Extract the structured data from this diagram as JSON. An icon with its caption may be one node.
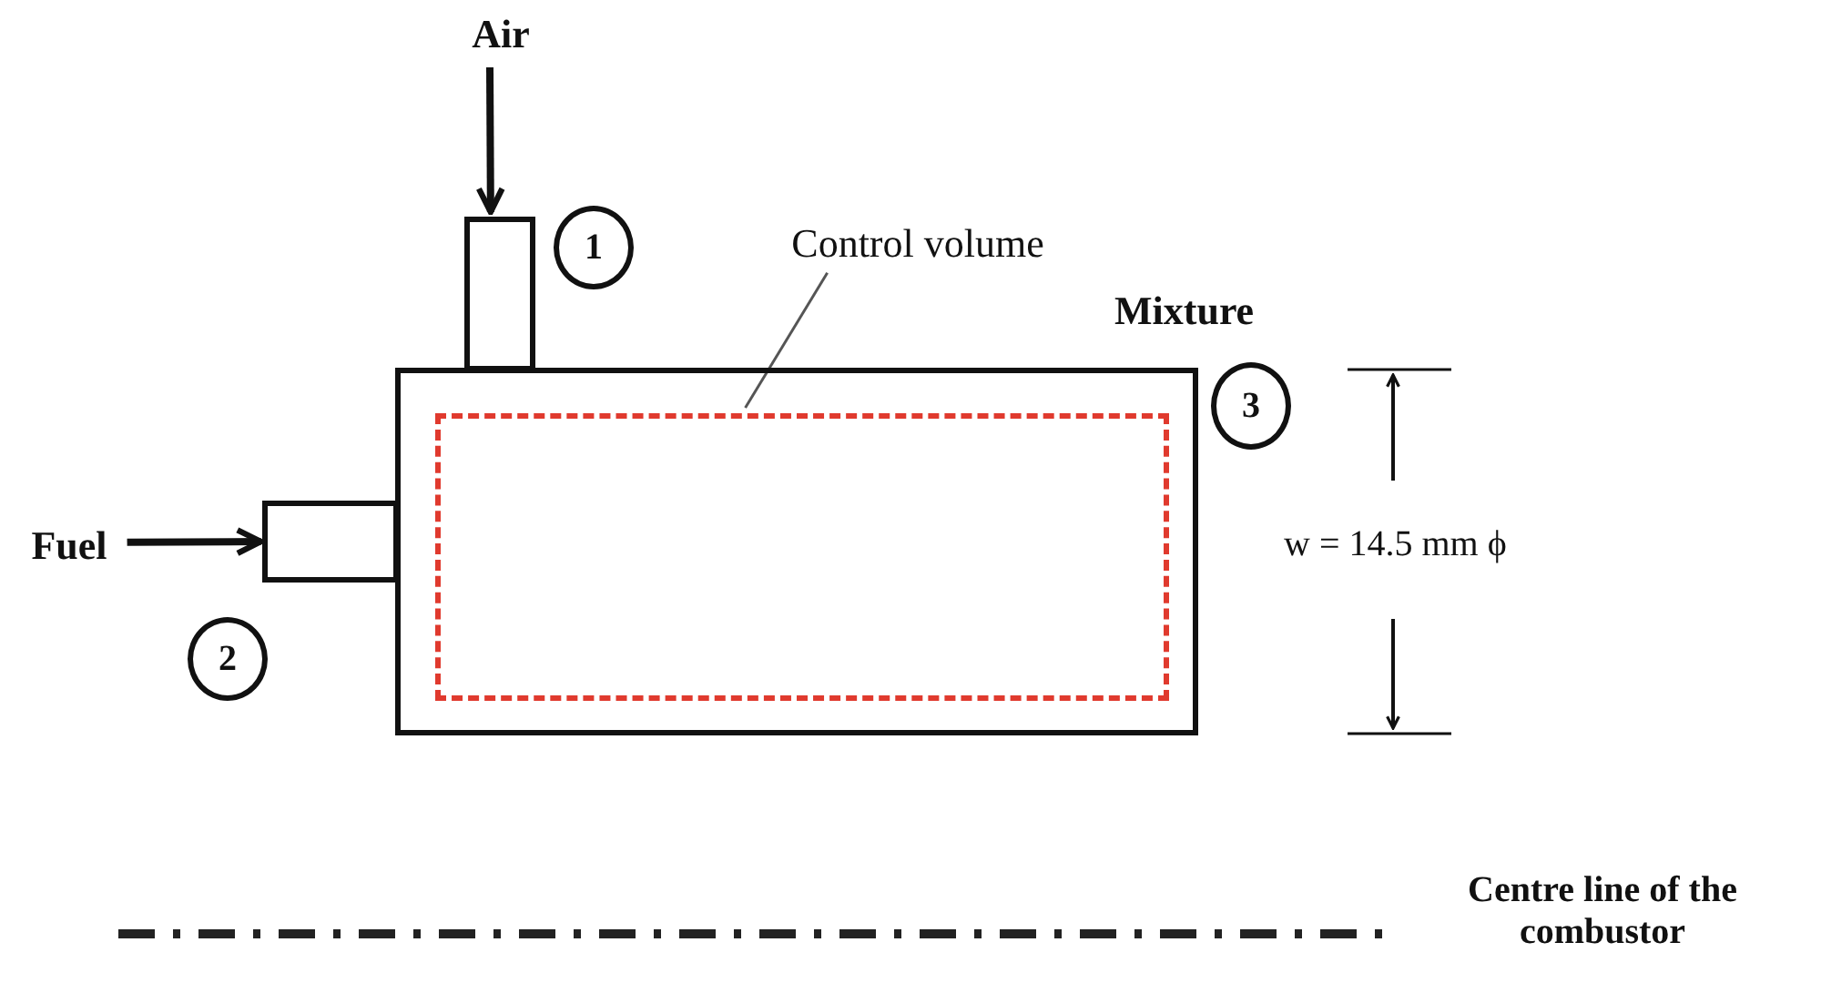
{
  "diagram": {
    "nodes": [
      {
        "text": [
          "Air"
        ]
      },
      {
        "text": [],
        "shape": "box"
      },
      {
        "text": [
          "Fuel"
        ]
      },
      {
        "text": [],
        "shape": "box"
      },
      {
        "text": [],
        "shape": "box"
      },
      {
        "text": [],
        "shape": "box",
        "in": 4
      },
      {
        "text": [
          "Control volume"
        ]
      },
      {
        "text": [
          "1"
        ]
      },
      {
        "text": [
          "2"
        ]
      },
      {
        "text": [
          "3"
        ]
      }
    ],
    "edges": [
      {
        "from": 0,
        "to": 1,
        "arrow": "to"
      },
      {
        "from": 2,
        "to": 3,
        "arrow": "to"
      },
      {
        "from": 6,
        "to": 5,
        "arrow": "none"
      }
    ],
    "labels": [
      "Mixture",
      "w = 14.5 mm ϕ",
      "Centre line of the combustor"
    ]
  }
}
